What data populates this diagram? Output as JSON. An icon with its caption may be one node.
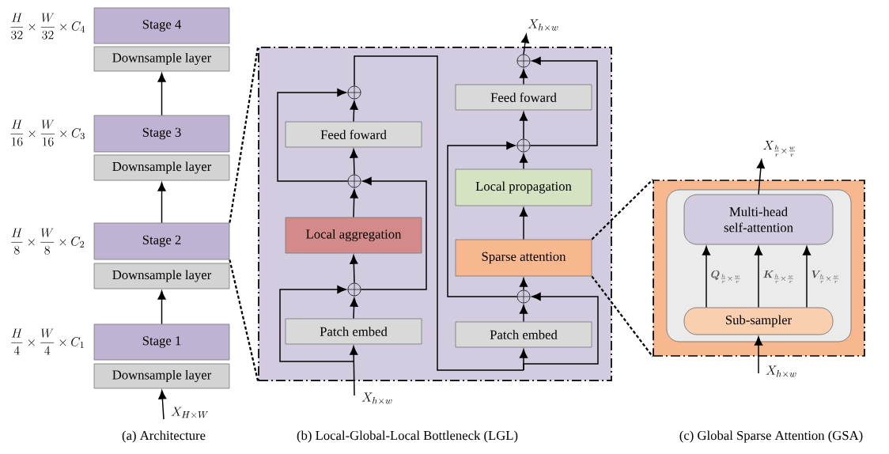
{
  "diagram": {
    "nodes": [
      {
        "text": [
          "Stage 4"
        ]
      },
      {
        "text": [
          "Downsample layer"
        ]
      },
      {
        "text": [
          "Stage 3"
        ]
      },
      {
        "text": [
          "Downsample layer"
        ]
      },
      {
        "text": [
          "Stage 2"
        ]
      },
      {
        "text": [
          "Downsample layer"
        ]
      },
      {
        "text": [
          "Stage 1"
        ]
      },
      {
        "text": [
          "Downsample layer"
        ]
      },
      {
        "text": [],
        "shape": "box"
      },
      {
        "text": [
          "Patch embed"
        ],
        "in": 8
      },
      {
        "text": [],
        "shape": "circle",
        "in": 8
      },
      {
        "text": [
          "Local aggregation"
        ],
        "in": 8
      },
      {
        "text": [],
        "shape": "circle",
        "in": 8
      },
      {
        "text": [
          "Feed foward"
        ],
        "in": 8
      },
      {
        "text": [],
        "shape": "circle",
        "in": 8
      },
      {
        "text": [
          "Patch embed"
        ],
        "in": 8
      },
      {
        "text": [],
        "shape": "circle",
        "in": 8
      },
      {
        "text": [
          "Sparse attention"
        ],
        "in": 8
      },
      {
        "text": [
          "Local propagation"
        ],
        "in": 8
      },
      {
        "text": [],
        "shape": "circle",
        "in": 8
      },
      {
        "text": [
          "Feed foward"
        ],
        "in": 8
      },
      {
        "text": [],
        "shape": "circle",
        "in": 8
      },
      {
        "text": [],
        "shape": "box"
      },
      {
        "text": [],
        "shape": "box",
        "in": 22
      },
      {
        "text": [
          "Multi-head self-attention"
        ],
        "in": 23
      },
      {
        "text": [
          "Sub-sampler"
        ],
        "in": 23
      },
      {
        "text": [
          "X_{h\\times w}"
        ]
      },
      {
        "text": [
          "X_{\\frac{h}{r}\\times\\frac{w}{r}}"
        ]
      }
    ],
    "edges": [
      {
        "from": null,
        "to": 7,
        "arrow": "to"
      },
      {
        "from": 6,
        "to": 5,
        "arrow": "to"
      },
      {
        "from": 4,
        "to": 3,
        "arrow": "to"
      },
      {
        "from": 2,
        "to": 1,
        "arrow": "to"
      },
      {
        "from": 4,
        "to": 8,
        "arrow": "none",
        "style": "dashed"
      },
      {
        "from": 4,
        "to": 8,
        "arrow": "none",
        "style": "dashed"
      },
      {
        "from": null,
        "to": 9,
        "arrow": "to"
      },
      {
        "from": null,
        "to": 10,
        "arrow": "to"
      },
      {
        "from": 9,
        "to": 10,
        "arrow": "to"
      },
      {
        "from": 10,
        "to": 11,
        "arrow": "to"
      },
      {
        "from": 10,
        "to": 12,
        "arrow": "to"
      },
      {
        "from": 11,
        "to": 12,
        "arrow": "to"
      },
      {
        "from": 12,
        "to": 13,
        "arrow": "to"
      },
      {
        "from": 12,
        "to": 14,
        "arrow": "to"
      },
      {
        "from": 13,
        "to": 14,
        "arrow": "to"
      },
      {
        "from": 14,
        "to": 15,
        "arrow": "to"
      },
      {
        "from": 14,
        "to": 16,
        "arrow": "to"
      },
      {
        "from": 15,
        "to": 16,
        "arrow": "to"
      },
      {
        "from": 16,
        "to": 17,
        "arrow": "to"
      },
      {
        "from": 16,
        "to": 19,
        "arrow": "to"
      },
      {
        "from": 17,
        "to": 18,
        "arrow": "to"
      },
      {
        "from": 18,
        "to": 19,
        "arrow": "to"
      },
      {
        "from": 19,
        "to": 20,
        "arrow": "to"
      },
      {
        "from": 19,
        "to": 21,
        "arrow": "to"
      },
      {
        "from": 20,
        "to": 21,
        "arrow": "to"
      },
      {
        "from": 21,
        "to": 26,
        "arrow": "to"
      },
      {
        "from": 17,
        "to": 22,
        "arrow": "none",
        "style": "dashed"
      },
      {
        "from": 17,
        "to": 22,
        "arrow": "none",
        "style": "dashed"
      },
      {
        "from": null,
        "to": 25,
        "arrow": "to"
      },
      {
        "from": 25,
        "to": 24,
        "arrow": "to",
        "label": "\\boldsymbol{Q}_{\\frac{h}{r}\\times\\frac{w}{r}}"
      },
      {
        "from": 25,
        "to": 24,
        "arrow": "to",
        "label": "\\boldsymbol{K}_{\\frac{h}{r}\\times\\frac{w}{r}}"
      },
      {
        "from": 25,
        "to": 24,
        "arrow": "to",
        "label": "\\boldsymbol{V}_{\\frac{h}{r}\\times\\frac{w}{r}}"
      },
      {
        "from": 24,
        "to": 27,
        "arrow": "to"
      }
    ],
    "labels": [
      "\\frac{H}{32}\\times\\frac{W}{32}\\times C_4",
      "\\frac{H}{16}\\times\\frac{W}{16}\\times C_3",
      "\\frac{H}{8}\\times\\frac{W}{8}\\times C_2",
      "\\frac{H}{4}\\times\\frac{W}{4}\\times C_1",
      "X_{h\\times w}",
      "X_{h\\times w}",
      "X_{H\\times W}",
      "(a) Architecture",
      "(b) Local-Global-Local Bottleneck (LGL)",
      "(c) Global Sparse Attention (GSA)"
    ]
  }
}
